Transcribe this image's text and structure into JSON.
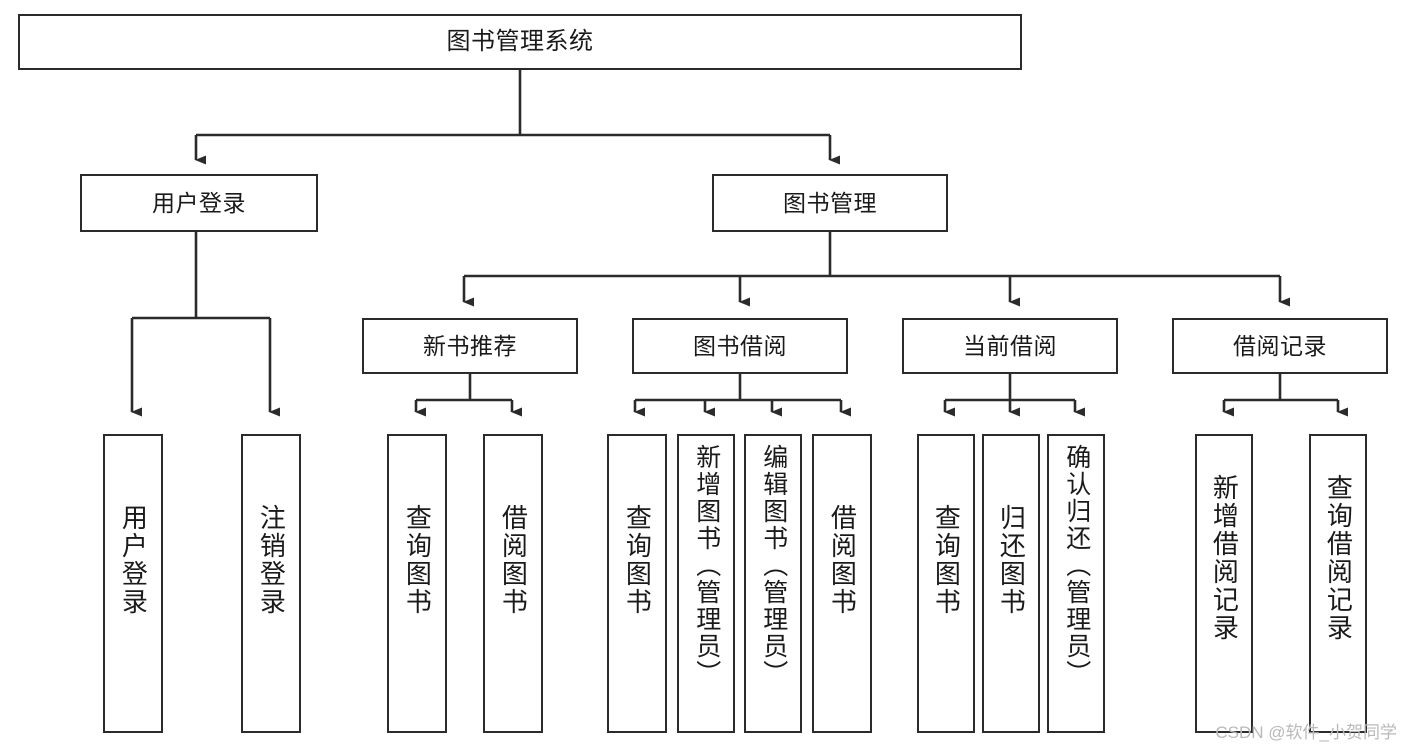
{
  "diagram": {
    "title": "图书管理系统",
    "type": "hierarchy-tree",
    "levels": 4,
    "nodes": {
      "root": {
        "label": "图书管理系统"
      },
      "level2": [
        {
          "id": "user-login",
          "label": "用户登录"
        },
        {
          "id": "book-manage",
          "label": "图书管理"
        }
      ],
      "level3": [
        {
          "id": "new-book-rec",
          "label": "新书推荐",
          "parent": "book-manage"
        },
        {
          "id": "book-borrow",
          "label": "图书借阅",
          "parent": "book-manage"
        },
        {
          "id": "current-borrow",
          "label": "当前借阅",
          "parent": "book-manage"
        },
        {
          "id": "borrow-record",
          "label": "借阅记录",
          "parent": "book-manage"
        }
      ],
      "leaves": [
        {
          "id": "leaf-user-login",
          "label": "用户登录",
          "parent": "user-login"
        },
        {
          "id": "leaf-user-logout",
          "label": "注销登录",
          "parent": "user-login"
        },
        {
          "id": "leaf-query-book-1",
          "label": "查询图书",
          "parent": "new-book-rec"
        },
        {
          "id": "leaf-borrow-book-1",
          "label": "借阅图书",
          "parent": "new-book-rec"
        },
        {
          "id": "leaf-query-book-2",
          "label": "查询图书",
          "parent": "book-borrow"
        },
        {
          "id": "leaf-add-book",
          "label": "新增图书（管理员）",
          "parent": "book-borrow"
        },
        {
          "id": "leaf-edit-book",
          "label": "编辑图书（管理员）",
          "parent": "book-borrow"
        },
        {
          "id": "leaf-borrow-book-2",
          "label": "借阅图书",
          "parent": "book-borrow"
        },
        {
          "id": "leaf-query-book-3",
          "label": "查询图书",
          "parent": "current-borrow"
        },
        {
          "id": "leaf-return-book",
          "label": "归还图书",
          "parent": "current-borrow"
        },
        {
          "id": "leaf-confirm-return",
          "label": "确认归还（管理员）",
          "parent": "current-borrow"
        },
        {
          "id": "leaf-add-record",
          "label": "新增借阅记录",
          "parent": "borrow-record"
        },
        {
          "id": "leaf-query-record",
          "label": "查询借阅记录",
          "parent": "borrow-record"
        }
      ]
    },
    "style": {
      "box_border_color": "#2b2b2b",
      "box_fill_color": "#ffffff",
      "connector_color": "#2b2b2b",
      "text_color": "#1a1a1a",
      "background": "#ffffff"
    }
  },
  "watermark": {
    "text": "CSDN @软件_小贺同学"
  }
}
